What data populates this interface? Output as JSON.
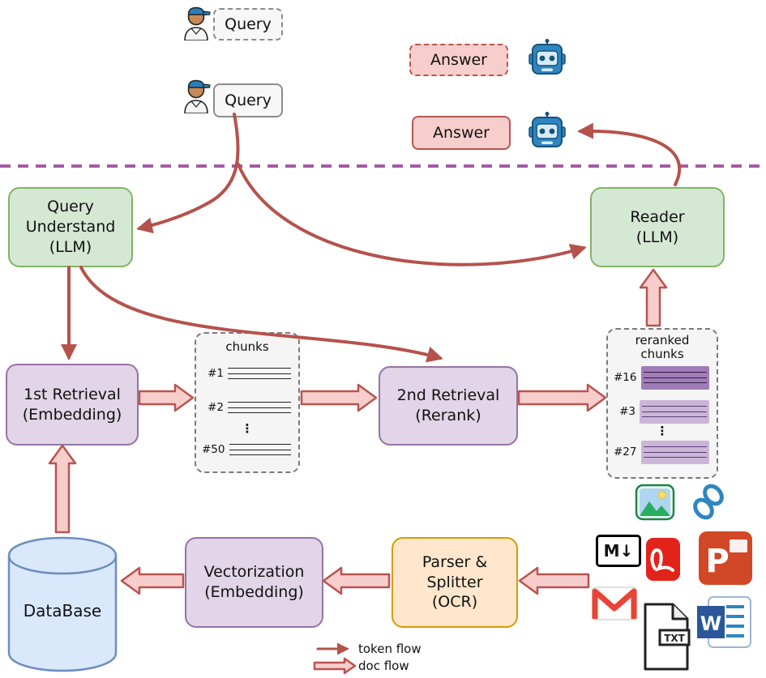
{
  "colors": {
    "green_fill": "#d5e8d4",
    "green_border": "#82b366",
    "purple_fill": "#e1d5e7",
    "purple_border": "#9673a6",
    "orange_fill": "#ffe6cc",
    "orange_border": "#d79b00",
    "blue_fill": "#dae8fc",
    "blue_border": "#6c8ebf",
    "pink_fill": "#f8cecc",
    "pink_border": "#b85450",
    "token_arrow": "#b5524c",
    "divider": "#a55ba4"
  },
  "queries": {
    "draft": "Query",
    "final": "Query"
  },
  "answers": {
    "draft": "Answer",
    "final": "Answer"
  },
  "nodes": {
    "query_understand": "Query\nUnderstand\n(LLM)",
    "reader": "Reader\n(LLM)",
    "first_retrieval": "1st Retrieval\n(Embedding)",
    "second_retrieval": "2nd Retrieval\n(Rerank)",
    "vectorization": "Vectorization\n(Embedding)",
    "parser_splitter": "Parser &\nSplitter\n(OCR)",
    "database": "DataBase"
  },
  "chunks": {
    "title": "chunks",
    "items": [
      "#1",
      "#2",
      "#50"
    ],
    "ellipsis": "⋮"
  },
  "reranked": {
    "title": "reranked\nchunks",
    "items": [
      "#16",
      "#3",
      "#27"
    ],
    "ellipsis": "⋮"
  },
  "legend": {
    "token": "token flow",
    "doc": "doc flow"
  },
  "file_icons": {
    "markdown": "M↓",
    "txt": "TXT",
    "powerpoint": "P",
    "word": "W"
  }
}
